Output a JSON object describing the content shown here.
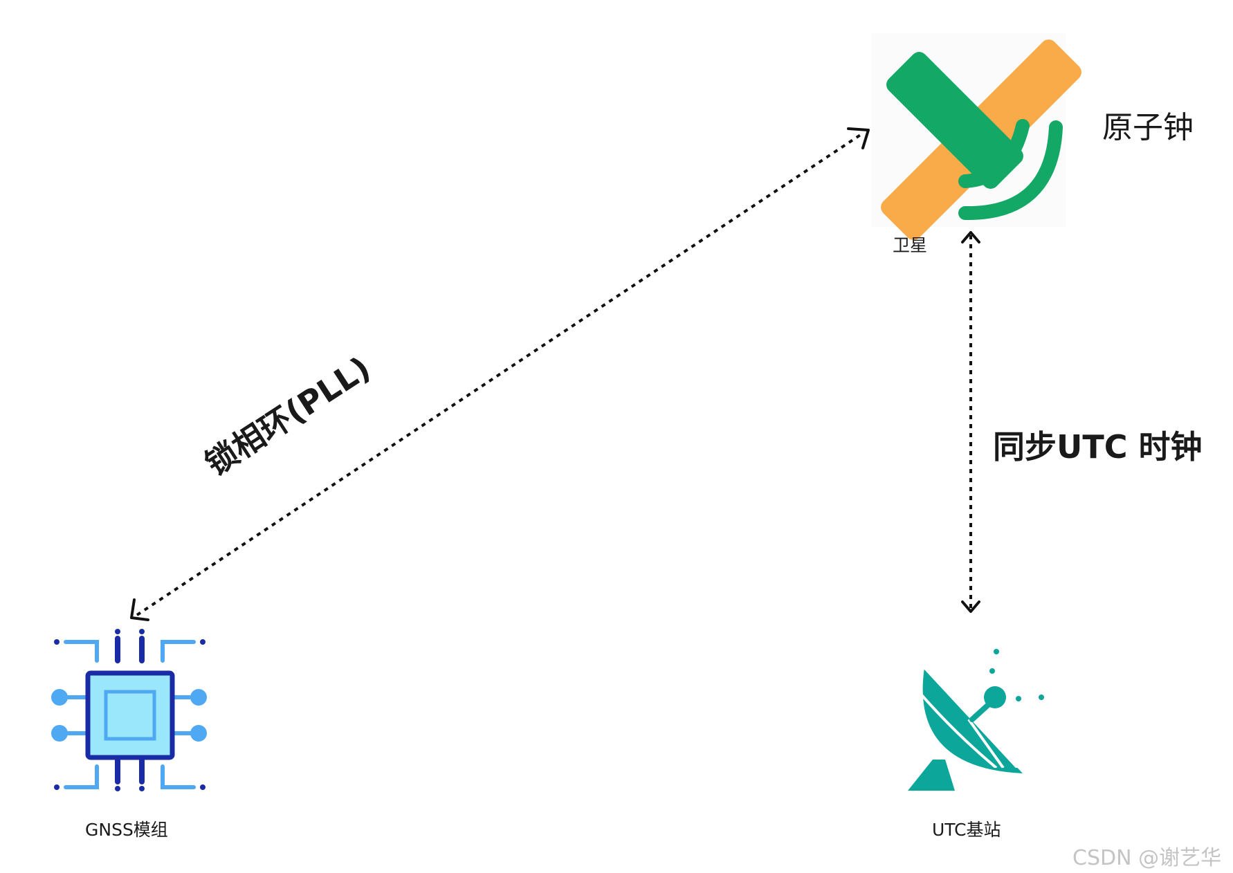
{
  "nodes": {
    "satellite": {
      "label": "卫星",
      "caption": "原子钟"
    },
    "gnss": {
      "label": "GNSS模组"
    },
    "utc": {
      "label": "UTC基站"
    }
  },
  "edges": {
    "pll": {
      "label": "锁相环(PLL)"
    },
    "sync": {
      "label": "同步UTC 时钟"
    }
  },
  "watermark": "CSDN @谢艺华",
  "colors": {
    "satellite_orange": "#F9AB4A",
    "satellite_green": "#14A867",
    "chip_dark": "#1A2BA6",
    "chip_light": "#4FA8F2",
    "chip_fill": "#9AE6FA",
    "dish_teal": "#0CA69B"
  },
  "icons": [
    "satellite-icon",
    "chip-icon",
    "satellite-dish-icon"
  ]
}
